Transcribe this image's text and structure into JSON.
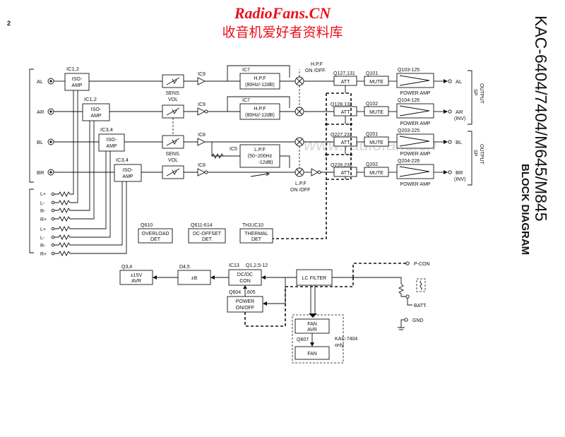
{
  "header": {
    "site": "RadioFans.CN",
    "site_cn": "收音机爱好者资料库",
    "page_number": "2",
    "watermark": "www.radiofans.cn"
  },
  "side": {
    "model": "KAC-6404/7404/M645/M845",
    "title": "BLOCK DIAGRAM"
  },
  "inputs": {
    "al": "AL",
    "ar": "AR",
    "bl": "BL",
    "br": "BR",
    "speaker_in": [
      "L+",
      "L-",
      "R-",
      "R+",
      "L+",
      "L-",
      "R-",
      "R+"
    ]
  },
  "channels": {
    "iso_a1_ref": "IC1,2",
    "iso_a2_ref": "IC1,2",
    "iso_b1_ref": "IC3,4",
    "iso_b2_ref": "IC3,4",
    "iso_label_1": "ISO-",
    "iso_label_2": "AMP",
    "sens_vol_1": "SENS.",
    "sens_vol_2": "VOL",
    "ic9": "IC9",
    "ic8": "IC8",
    "ic7": "IC7",
    "ic5": "IC5",
    "hpf_1": "H.P.F",
    "hpf_2": "(80Hz/-12dB)",
    "lpf_1": "L.P.F",
    "lpf_2": "(50~200Hz",
    "lpf_3": "-12dB)",
    "hpf_switch_1": "H.P.F",
    "hpf_switch_2": "ON /OFF.",
    "lpf_switch_1": "L.P.F",
    "lpf_switch_2": "ON /OFF",
    "att": "ATT",
    "mute": "MUTE",
    "power_amp": "POWER AMP",
    "q_att": [
      "Q127,131",
      "Q128,132",
      "Q227,231",
      "Q228,232"
    ],
    "q_mute": [
      "Q101",
      "Q102",
      "Q201",
      "Q202"
    ],
    "q_amp": [
      "Q103-125",
      "Q104-126",
      "Q203-225",
      "Q204-226"
    ]
  },
  "outputs": {
    "al": "AL",
    "ar": "AR",
    "ar_inv": "(INV)",
    "bl": "BL",
    "br": "BR",
    "br_inv": "(INV)",
    "sp_output_1": "SP",
    "sp_output_2": "OUTPUT"
  },
  "protection": {
    "overload_ref": "Q610",
    "overload_1": "OVERLOAD",
    "overload_2": "DET",
    "dcoffset_ref": "Q611-614",
    "dcoffset_1": "DC-OFFSET",
    "dcoffset_2": "DET",
    "thermal_ref": "TH3,IC10",
    "thermal_1": "THERMAL",
    "thermal_2": "DET"
  },
  "power": {
    "avr_ref": "Q3,4",
    "avr_1": "±15V",
    "avr_2": "AVR",
    "b_ref": "D4,5",
    "b_label": "±B",
    "dcdc_ref_1": "IC13",
    "dcdc_ref_2": "Q1,2,5-12",
    "dcdc_1": "DC/DC",
    "dcdc_2": "CON",
    "pwr_ref_1": "Q604",
    "pwr_ref_2": ",605",
    "pwr_1": "POWER",
    "pwr_2": "ON/OFF",
    "lc_filter": "LC FILTER",
    "fan_avr_1": "FAN",
    "fan_avr_2": "AVR",
    "fan_ref": "Q607",
    "fan": "FAN",
    "fan_note_1": "KAC-7404",
    "fan_note_2": "only",
    "pcon": "P-CON",
    "batt": "BATT.",
    "gnd": "GND"
  }
}
